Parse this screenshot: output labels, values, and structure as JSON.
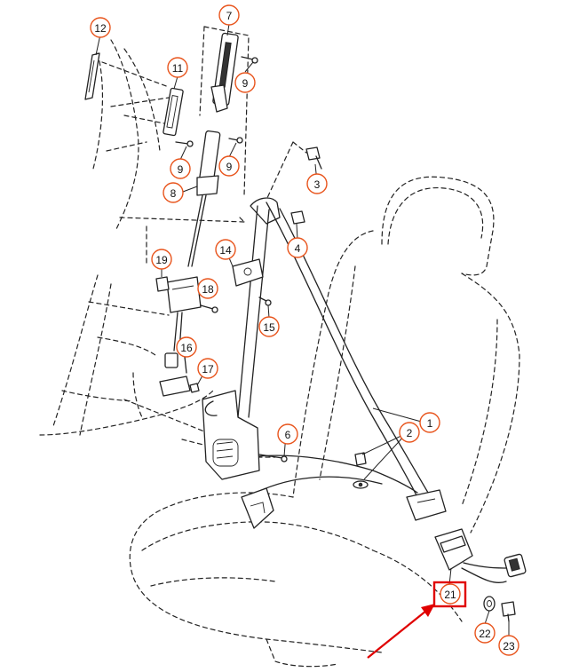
{
  "callouts": [
    {
      "label": "1"
    },
    {
      "label": "2"
    },
    {
      "label": "3"
    },
    {
      "label": "4"
    },
    {
      "label": "6"
    },
    {
      "label": "7"
    },
    {
      "label": "8"
    },
    {
      "label": "9"
    },
    {
      "label": "9"
    },
    {
      "label": "9"
    },
    {
      "label": "11"
    },
    {
      "label": "12"
    },
    {
      "label": "14"
    },
    {
      "label": "15"
    },
    {
      "label": "16"
    },
    {
      "label": "17"
    },
    {
      "label": "18"
    },
    {
      "label": "19"
    },
    {
      "label": "21"
    },
    {
      "label": "22"
    },
    {
      "label": "23"
    }
  ],
  "highlighted_part": "21",
  "colors": {
    "callout_ring": "#e8541c",
    "highlight": "#e00000",
    "line": "#222222"
  }
}
